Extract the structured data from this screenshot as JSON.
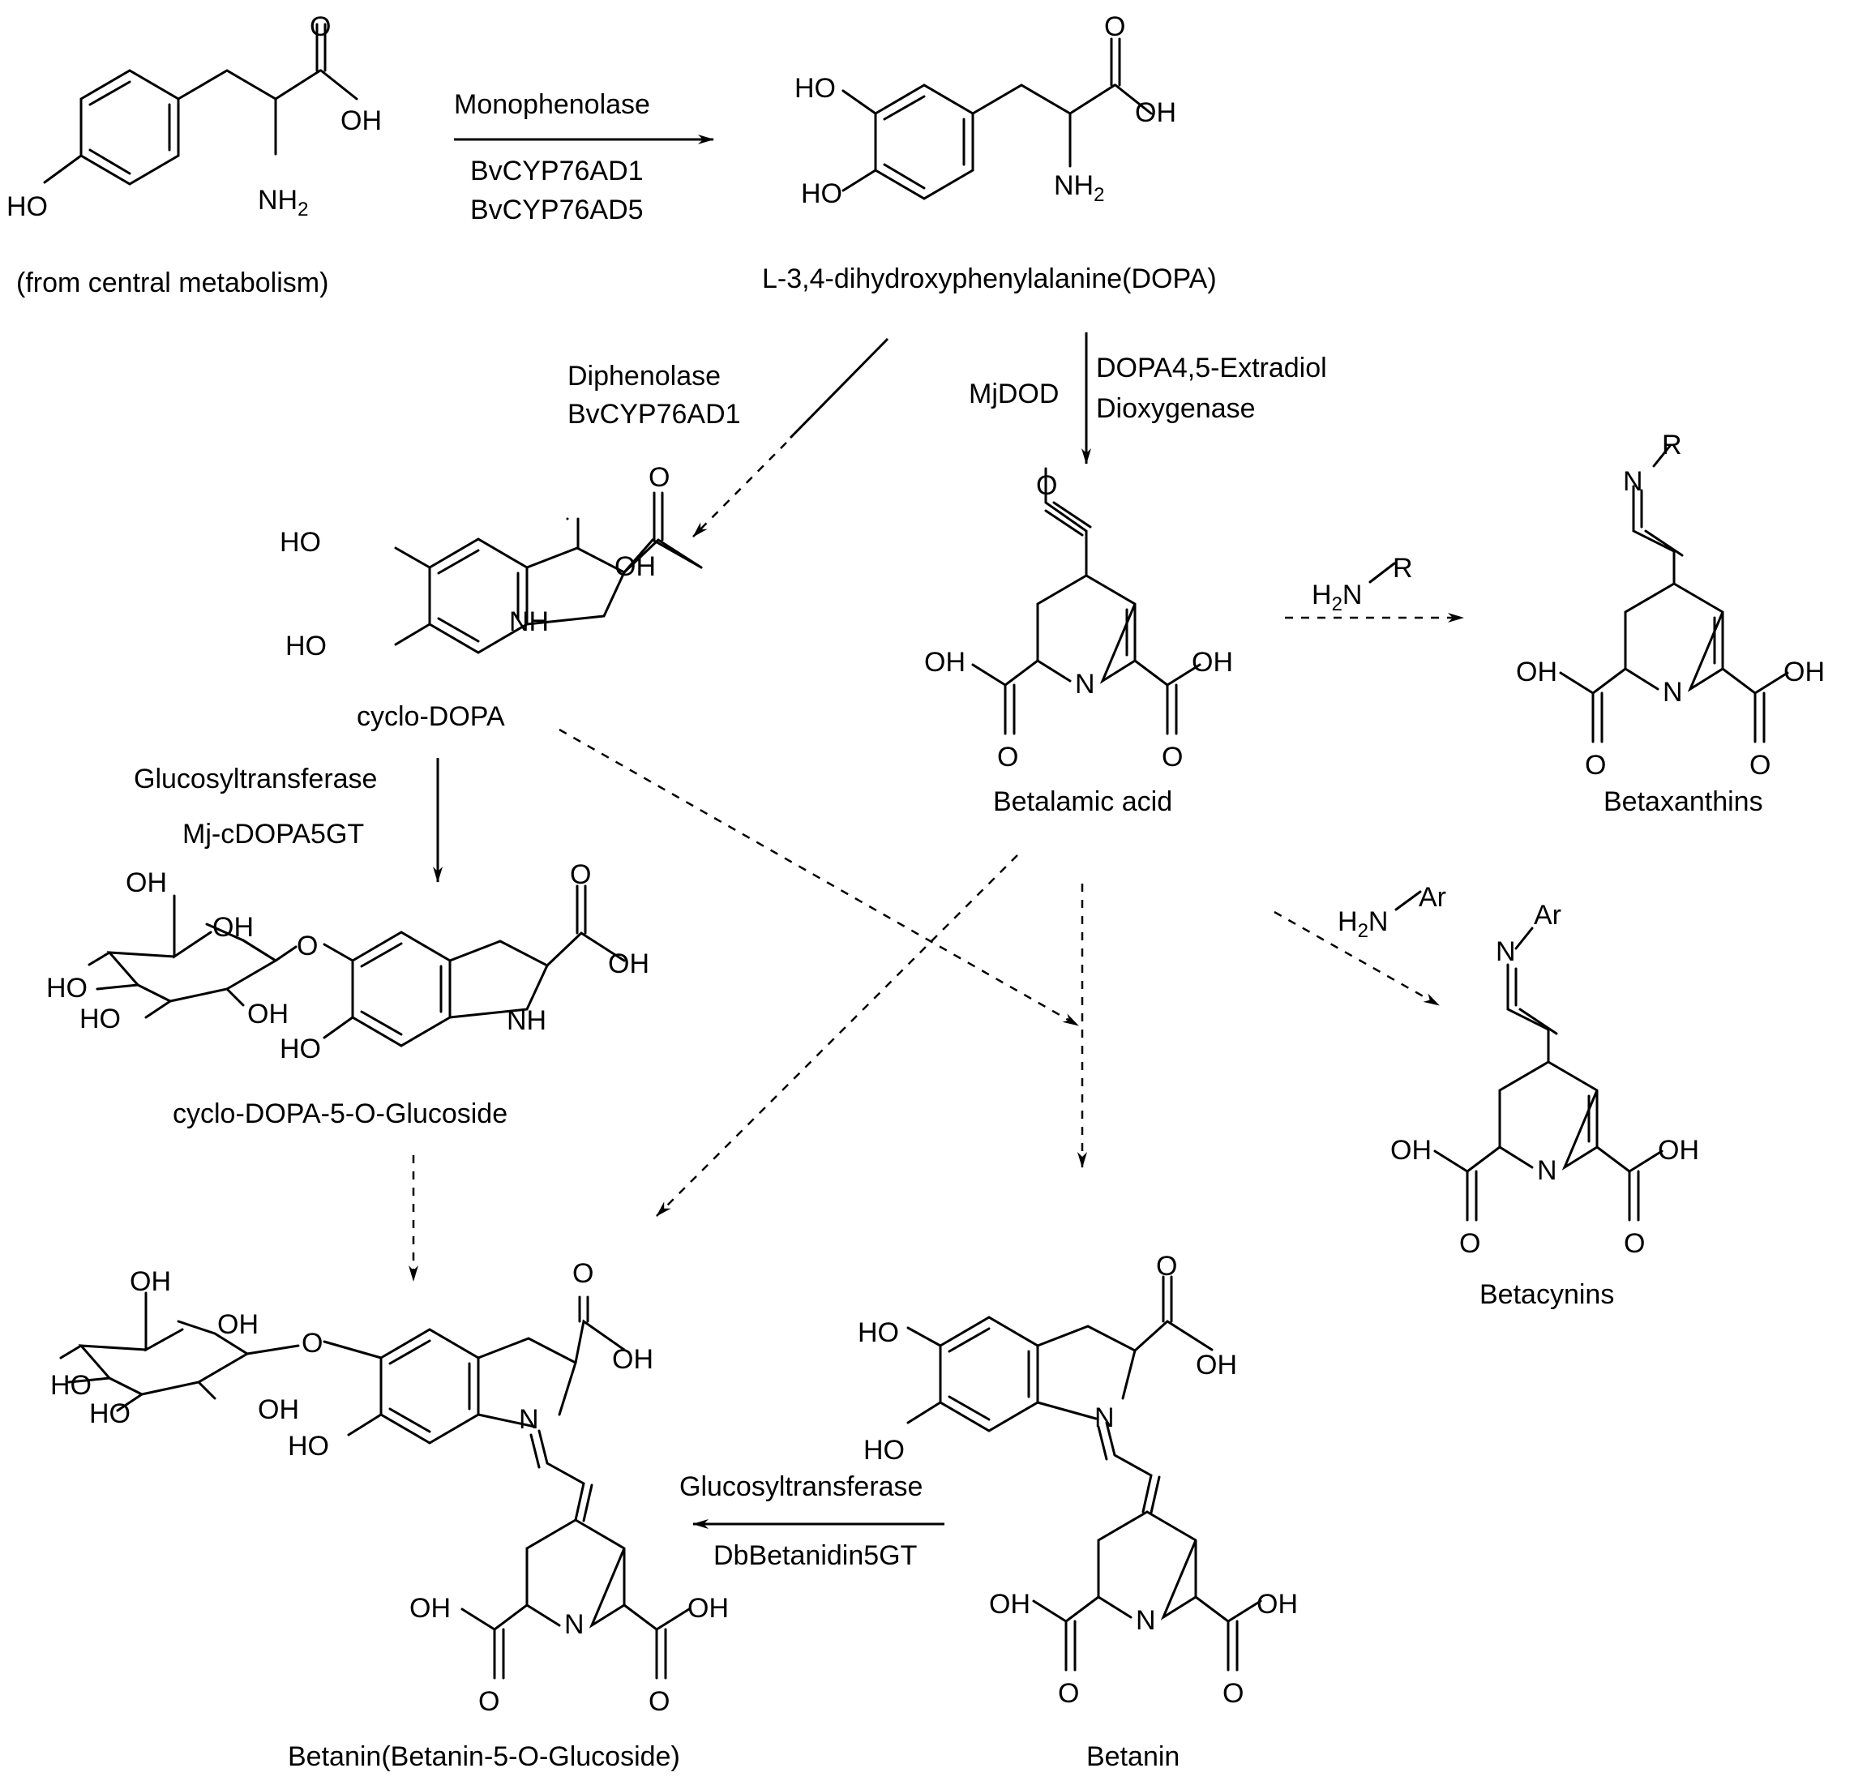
{
  "compounds": {
    "tyrosine_note": "(from central metabolism)",
    "dopa": "L-3,4-dihydroxyphenylalanine(DOPA)",
    "cyclo_dopa": "cyclo-DOPA",
    "betalamic_acid": "Betalamic acid",
    "betaxanthins": "Betaxanthins",
    "cyclo_dopa_glucoside": "cyclo-DOPA-5-O-Glucoside",
    "betacynins": "Betacynins",
    "betanin": "Betanin",
    "betanin_glucoside": "Betanin(Betanin-5-O-Glucoside)"
  },
  "enzymes": {
    "monophenolase": "Monophenolase",
    "bvcyp76ad1": "BvCYP76AD1",
    "bvcyp76ad5": "BvCYP76AD5",
    "diphenolase": "Diphenolase",
    "diphenolase_gene": "BvCYP76AD1",
    "mjdod": "MjDOD",
    "dod_line1": "DOPA4,5-Extradiol",
    "dod_line2": "Dioxygenase",
    "gt1": "Glucosyltransferase",
    "gt1_gene": "Mj-cDOPA5GT",
    "gt2": "Glucosyltransferase",
    "gt2_gene": "DbBetanidin5GT"
  },
  "reagents": {
    "amine_r": "R",
    "amine_ar": "Ar"
  },
  "atoms": {
    "O": "O",
    "OH": "OH",
    "HO": "HO",
    "NH2": "NH",
    "sub2": "2",
    "NH": "NH",
    "N": "N",
    "H2": "H",
    "R": "R",
    "Ar": "Ar"
  }
}
